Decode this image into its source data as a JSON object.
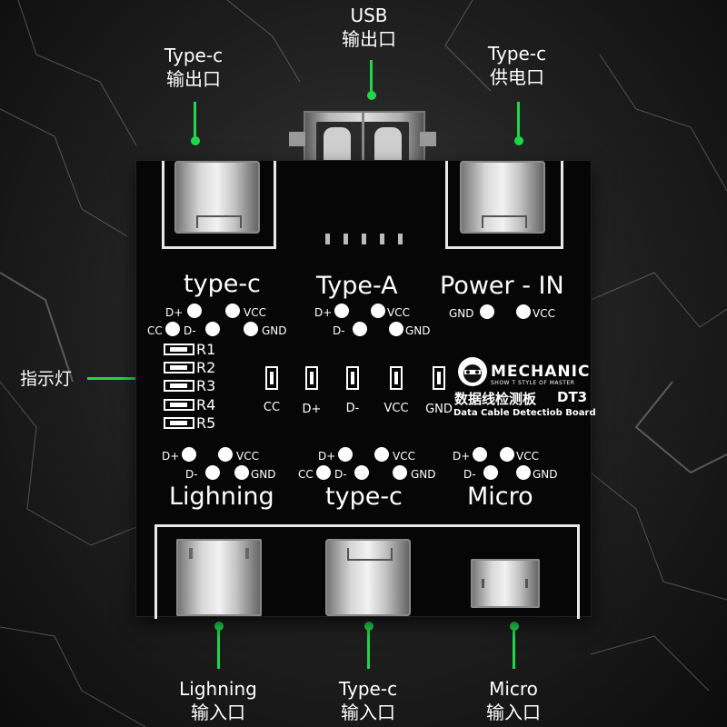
{
  "callouts": {
    "usb": {
      "line1": "USB",
      "line2": "输出口"
    },
    "typec_out": {
      "line1": "Type-c",
      "line2": "输出口"
    },
    "typec_power": {
      "line1": "Type-c",
      "line2": "供电口"
    },
    "indicator": "指示灯",
    "lightning_in": {
      "line1": "Lighning",
      "line2": "输入口"
    },
    "typec_in": {
      "line1": "Type-c",
      "line2": "输入口"
    },
    "micro_in": {
      "line1": "Micro",
      "line2": "输入口"
    }
  },
  "board": {
    "top_sections": {
      "typec": "type-c",
      "typea": "Type-A",
      "power": "Power - IN"
    },
    "pins": {
      "dplus": "D+",
      "dminus": "D-",
      "vcc": "VCC",
      "gnd": "GND",
      "cc": "CC"
    },
    "resistors": [
      "R1",
      "R2",
      "R3",
      "R4",
      "R5"
    ],
    "leds": [
      "CC",
      "D+",
      "D-",
      "VCC",
      "GND"
    ],
    "brand": {
      "name": "MECHANIC",
      "slogan": "SHOW T  STYLE OF MASTER",
      "product": "数据线检测板",
      "model": "DT3",
      "subtitle": "Data Cable Detectiob Board"
    },
    "bottom_sections": {
      "lightning": "Lighning",
      "typec": "type-c",
      "micro": "Micro"
    }
  },
  "colors": {
    "accent": "#1fd84a",
    "board": "#060606",
    "text": "#ffffff"
  }
}
